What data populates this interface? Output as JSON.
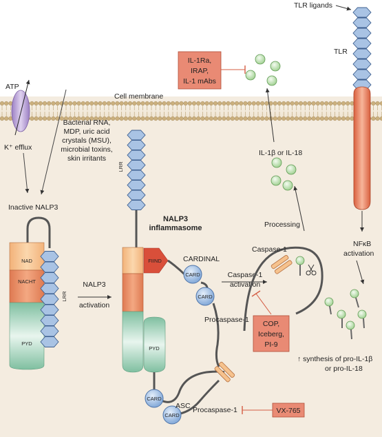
{
  "labels": {
    "atp": "ATP",
    "k_efflux": "K⁺ efflux",
    "cell_membrane": "Cell membrane",
    "tlr_ligands": "TLR ligands",
    "tlr": "TLR",
    "il1_inhibitors": [
      "IL-1Ra,",
      "IRAP,",
      "IL-1 mAbs"
    ],
    "stimuli": [
      "Bacterial RNA,",
      "MDP, uric acid",
      "crystals (MSU),",
      "microbial toxins,",
      "skin irritants"
    ],
    "inactive_nalp3": "Inactive NALP3",
    "nalp3_inflammasome": [
      "NALP3",
      "inflammasome"
    ],
    "il1b_or_il18": "IL-1β or IL-18",
    "processing": "Processing",
    "caspase1": "Caspase-1",
    "nfkb_activation": [
      "NFκB",
      "activation"
    ],
    "nad": "NAD",
    "nacht": "NACHT",
    "pyd": "PYD",
    "lrr": "LRR",
    "nalp3_activation": [
      "NALP3",
      "activation"
    ],
    "fiind": "FIIND",
    "cardinal": "CARDINAL",
    "card": "CARD",
    "caspase1_activation": [
      "Caspase-1",
      "activation"
    ],
    "procaspase1": "Procaspase-1",
    "caspase_inhibitors": [
      "COP,",
      "Iceberg,",
      "PI-9"
    ],
    "asc": "ASC",
    "vx765": "VX-765",
    "synthesis": [
      "↑ synthesis of pro-IL-1β",
      "or pro-IL-18"
    ]
  },
  "colors": {
    "background": "#f4ece0",
    "membrane_head": "#cbb07e",
    "lrr_hexagon": "#a9c3e4",
    "card_circle": "#9ebbdf",
    "nad_domain": "#f6c28d",
    "nacht_domain": "#e88d65",
    "pyd_domain": "#c9e3d6",
    "fiind_domain": "#d94f3a",
    "inhibitor_box": "#e98a74",
    "tlr_body": "#e27a58",
    "il1_circle": "#cfe8c6",
    "atp_channel": "#b79ed4"
  }
}
